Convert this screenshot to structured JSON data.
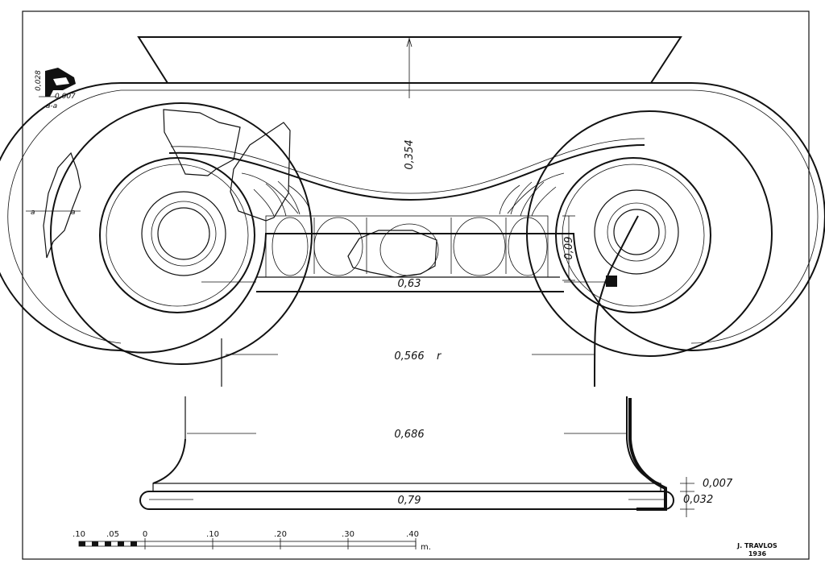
{
  "dimensions": {
    "abacus_height": "0,354",
    "echinus_width": "0,63",
    "volute_height": "0,09",
    "neck_width": "0,566",
    "neck_mark": "r",
    "shaft_width": "0,686",
    "base_width": "0,79",
    "fillet_height": "0,007",
    "torus_height": "0,032"
  },
  "section_detail": {
    "value_vertical": "0,028",
    "value_horizontal": "0,007",
    "section_label": "a-a",
    "marker_left": "a",
    "marker_right": "a"
  },
  "scale_bar": {
    "ticks": [
      ".10",
      ".05",
      "0",
      ".10",
      ".20",
      ".30",
      ".40"
    ],
    "unit": "m."
  },
  "signature": {
    "name": "J. TRAVLOS",
    "year": "1936"
  }
}
